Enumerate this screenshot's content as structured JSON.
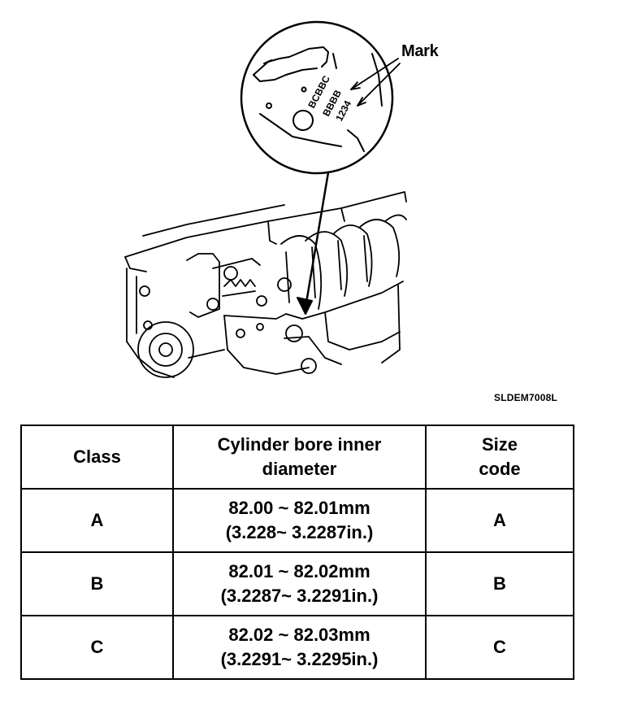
{
  "figure": {
    "callout_label": "Mark",
    "stamp_text": [
      "BCBBC",
      "BBBB",
      "1234"
    ],
    "figure_code": "SLDEM7008L"
  },
  "table": {
    "headers": [
      {
        "lines": [
          "Class"
        ]
      },
      {
        "lines": [
          "Cylinder bore inner",
          "diameter"
        ]
      },
      {
        "lines": [
          "Size",
          "code"
        ]
      }
    ],
    "rows": [
      {
        "class": "A",
        "diameter_mm": "82.00 ~ 82.01mm",
        "diameter_in": "(3.228~ 3.2287in.)",
        "size_code": "A"
      },
      {
        "class": "B",
        "diameter_mm": "82.01 ~ 82.02mm",
        "diameter_in": "(3.2287~ 3.2291in.)",
        "size_code": "B"
      },
      {
        "class": "C",
        "diameter_mm": "82.02 ~ 82.03mm",
        "diameter_in": "(3.2291~ 3.2295in.)",
        "size_code": "C"
      }
    ]
  }
}
